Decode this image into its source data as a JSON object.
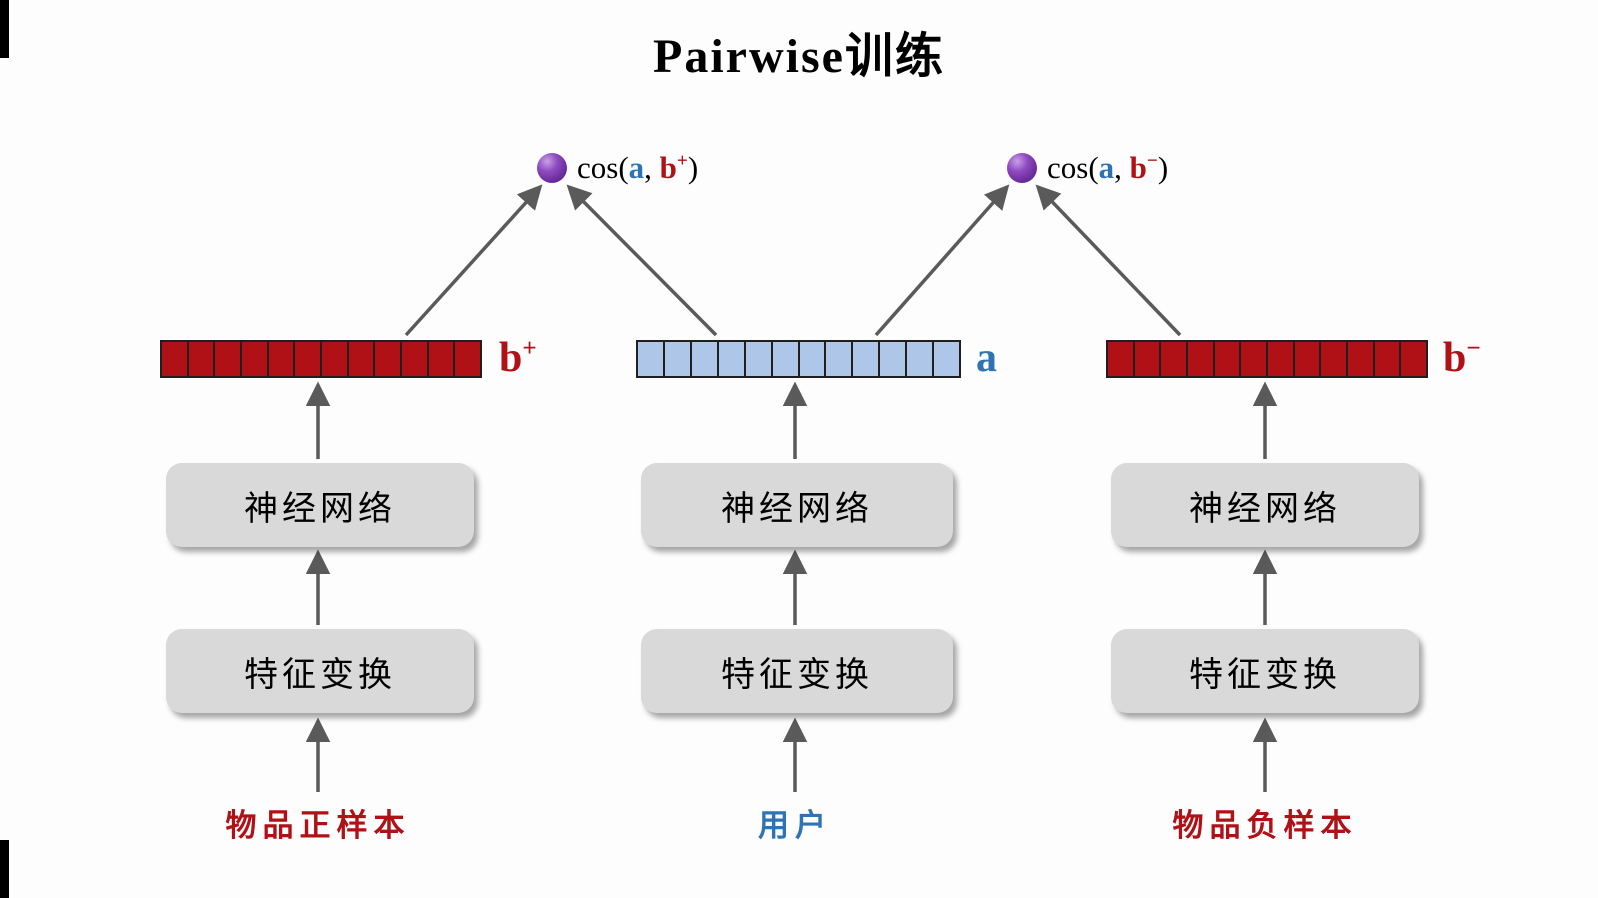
{
  "title": "Pairwise训练",
  "cos_nodes": [
    {
      "prefix": "cos(",
      "user_vec": "a",
      "separator": ", ",
      "item_vec": "b",
      "item_sup": "+",
      "suffix": ")"
    },
    {
      "prefix": "cos(",
      "user_vec": "a",
      "separator": ", ",
      "item_vec": "b",
      "item_sup": "−",
      "suffix": ")"
    }
  ],
  "columns": [
    {
      "vector_label": "b",
      "vector_sup": "+",
      "vector_cells": 12,
      "nn_box": "神经网络",
      "feature_box": "特征变换",
      "input_label": "物品正样本"
    },
    {
      "vector_label": "a",
      "vector_sup": "",
      "vector_cells": 12,
      "nn_box": "神经网络",
      "feature_box": "特征变换",
      "input_label": "用户"
    },
    {
      "vector_label": "b",
      "vector_sup": "−",
      "vector_cells": 12,
      "nn_box": "神经网络",
      "feature_box": "特征变换",
      "input_label": "物品负样本"
    }
  ],
  "colors": {
    "item_red": "#b01116",
    "user_blue_fill": "#aec6e8",
    "user_blue_text": "#2e74b5",
    "box_gray": "#d9d9d9",
    "arrow_gray": "#5a5a5a",
    "node_purple": "#7030a0",
    "cell_border": "#1f1f1f"
  }
}
